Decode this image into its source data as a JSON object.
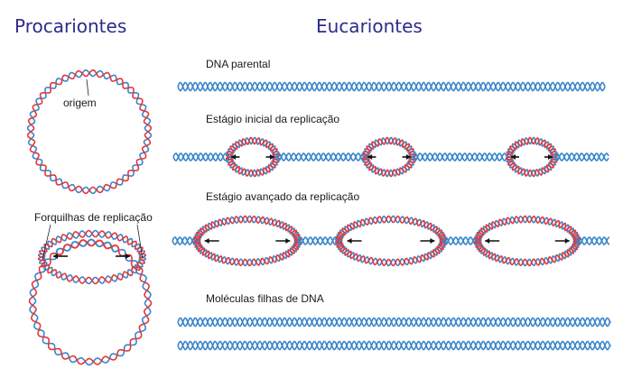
{
  "headings": {
    "prokaryotes": "Procariontes",
    "eukaryotes": "Eucariontes"
  },
  "prokaryote_labels": {
    "origin": "origem",
    "forks": "Forquilhas de replicação"
  },
  "eukaryote_labels": {
    "parental": "DNA parental",
    "early": "Estágio inicial da replicação",
    "advanced": "Estágio avançado da replicação",
    "daughters": "Moléculas  filhas de DNA"
  },
  "colors": {
    "parental_strand": "#3a86cc",
    "new_strand": "#e0393b",
    "heading": "#2b2b8a"
  }
}
